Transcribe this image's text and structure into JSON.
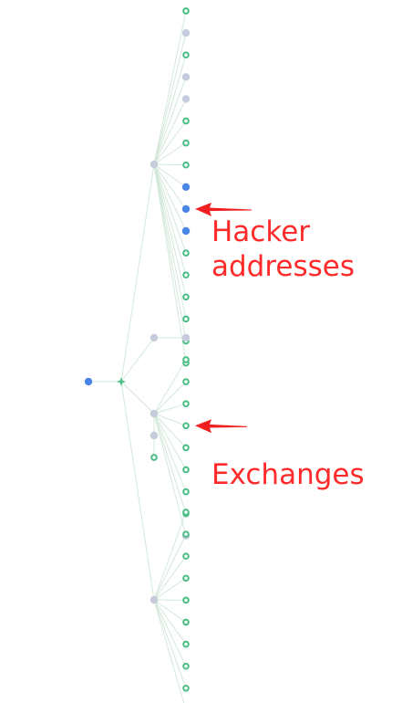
{
  "annotations": {
    "hacker_line1": "Hacker",
    "hacker_line2": "addresses",
    "exchanges": "Exchanges"
  },
  "colors": {
    "hacker_node": "#4a86e8",
    "exchange_node": "#4fbf87",
    "intermediate_node": "#c7ccdc",
    "edge": "#d3e8da",
    "arrow": "#f02020",
    "label": "#ff2b2b"
  },
  "graph": {
    "source": "hacker",
    "hubs": [
      {
        "id": "hub-1",
        "type": "intermediate",
        "children": [
          "exchange",
          "intermediate",
          "exchange",
          "intermediate",
          "intermediate",
          "exchange",
          "exchange",
          "exchange",
          "hacker",
          "hacker",
          "hacker",
          "exchange",
          "exchange",
          "exchange",
          "exchange",
          "exchange",
          "exchange"
        ]
      },
      {
        "id": "hub-2",
        "type": "intermediate",
        "children": [
          "intermediate"
        ]
      },
      {
        "id": "hub-3",
        "type": "intermediate",
        "children": [
          "exchange",
          "exchange",
          "exchange",
          "exchange",
          "exchange",
          "exchange",
          "exchange",
          "exchange",
          "intermediate"
        ],
        "extra_children": [
          "intermediate",
          "exchange"
        ]
      },
      {
        "id": "hub-4",
        "type": "intermediate",
        "children": [
          "exchange",
          "exchange",
          "exchange",
          "exchange",
          "exchange",
          "exchange",
          "exchange",
          "exchange",
          "exchange",
          "intermediate"
        ]
      }
    ],
    "highlighted": [
      {
        "target": "hacker",
        "hub": "hub-1",
        "index": 9
      },
      {
        "target": "exchange",
        "hub": "hub-3",
        "index": 3
      }
    ]
  }
}
